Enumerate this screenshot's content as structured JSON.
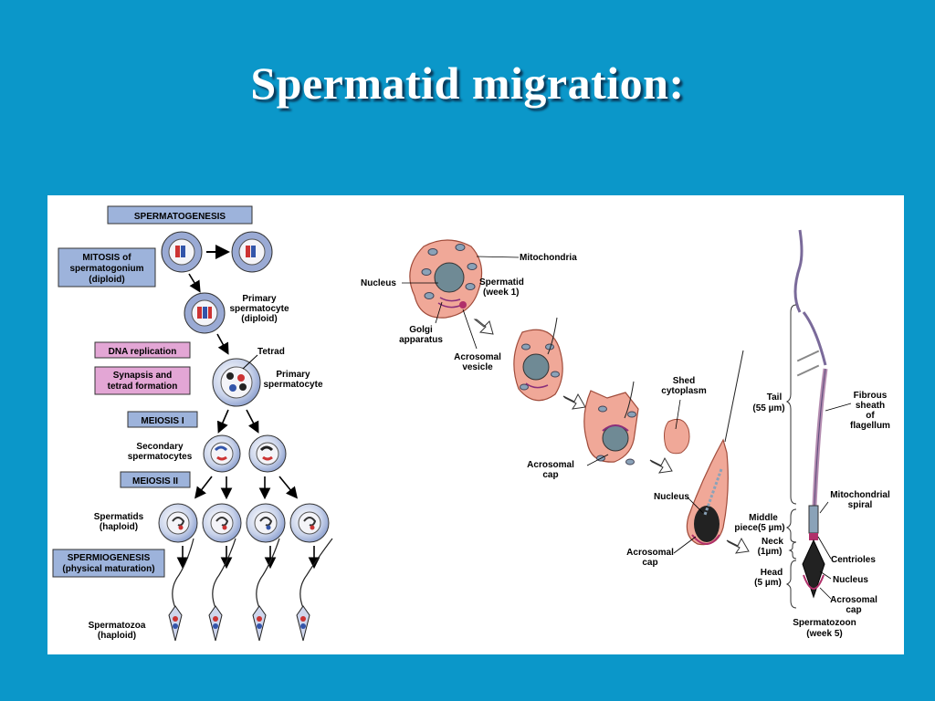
{
  "slide": {
    "title": "Spermatid migration:",
    "background_color": "#0b97c9"
  },
  "left_diagram": {
    "boxes": {
      "spermatogenesis": "SPERMATOGENESIS",
      "mitosis": [
        "MITOSIS of",
        "spermatogonium",
        "(diploid)"
      ],
      "dna_replication": "DNA replication",
      "synapsis": [
        "Synapsis and",
        "tetrad formation"
      ],
      "meiosis1": "MEIOSIS I",
      "meiosis2": "MEIOSIS II",
      "spermiogenesis": [
        "SPERMIOGENESIS",
        "(physical maturation)"
      ]
    },
    "labels": {
      "primary_spermatocyte_diploid": [
        "Primary",
        "spermatocyte",
        "(diploid)"
      ],
      "tetrad": "Tetrad",
      "primary_spermatocyte": [
        "Primary",
        "spermatocyte"
      ],
      "secondary_spermatocytes": [
        "Secondary",
        "spermatocytes"
      ],
      "spermatids": [
        "Spermatids",
        "(haploid)"
      ],
      "spermatozoa": [
        "Spermatozoa",
        "(haploid)"
      ]
    },
    "colors": {
      "box_blue": "#9db3db",
      "box_pink": "#e3a6d5",
      "cell": "#7d93c8"
    }
  },
  "right_diagram": {
    "labels": {
      "mitochondria": "Mitochondria",
      "nucleus_top": "Nucleus",
      "spermatid": [
        "Spermatid",
        "(week 1)"
      ],
      "golgi": [
        "Golgi",
        "apparatus"
      ],
      "acrosomal_vesicle": [
        "Acrosomal",
        "vesicle"
      ],
      "shed_cytoplasm": [
        "Shed",
        "cytoplasm"
      ],
      "acrosomal_cap_1": [
        "Acrosomal",
        "cap"
      ],
      "nucleus_mid": "Nucleus",
      "acrosomal_cap_2": [
        "Acrosomal",
        "cap"
      ],
      "tail": [
        "Tail",
        "(55 µm)"
      ],
      "middle_piece": [
        "Middle",
        "piece(5 µm)"
      ],
      "neck": [
        "Neck",
        "(1µm)"
      ],
      "head": [
        "Head",
        "(5 µm)"
      ],
      "fibrous_sheath": [
        "Fibrous",
        "sheath",
        "of",
        "flagellum"
      ],
      "mito_spiral": [
        "Mitochondrial",
        "spiral"
      ],
      "centrioles": "Centrioles",
      "nucleus_sperm": "Nucleus",
      "acrosomal_cap_3": [
        "Acrosomal",
        "cap"
      ],
      "spermatozoon": [
        "Spermatozoon",
        "(week 5)"
      ]
    },
    "colors": {
      "cytoplasm": "#f0a898",
      "nucleus": "#6f8a95",
      "mitochondria": "#8aa2b8"
    }
  }
}
